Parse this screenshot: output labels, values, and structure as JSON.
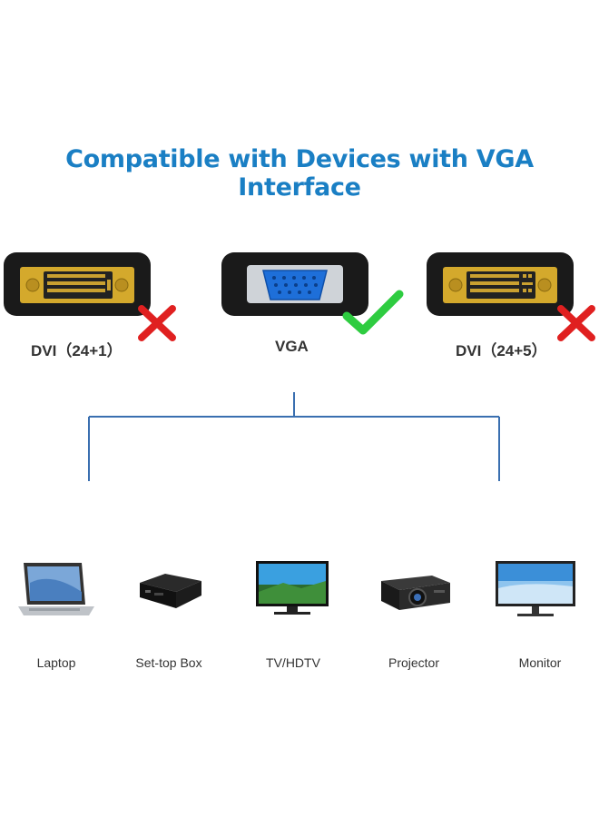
{
  "title": "Compatible with Devices with VGA Interface",
  "connectors": [
    {
      "label": "DVI（24+1）",
      "compatible": false,
      "icon": "dvi-24-1-port-icon"
    },
    {
      "label": "VGA",
      "compatible": true,
      "icon": "vga-port-icon"
    },
    {
      "label": "DVI（24+5）",
      "compatible": false,
      "icon": "dvi-24-5-port-icon"
    }
  ],
  "devices": [
    {
      "label": "Laptop",
      "icon": "laptop-icon"
    },
    {
      "label": "Set-top Box",
      "icon": "set-top-box-icon"
    },
    {
      "label": "TV/HDTV",
      "icon": "tv-icon"
    },
    {
      "label": "Projector",
      "icon": "projector-icon"
    },
    {
      "label": "Monitor",
      "icon": "monitor-icon"
    }
  ],
  "colors": {
    "title": "#1a7fc4",
    "line": "#3a6fb0",
    "check": "#2ecc40",
    "cross": "#e02020",
    "gold": "#d4a92c",
    "vga_blue": "#1e6fd9"
  }
}
